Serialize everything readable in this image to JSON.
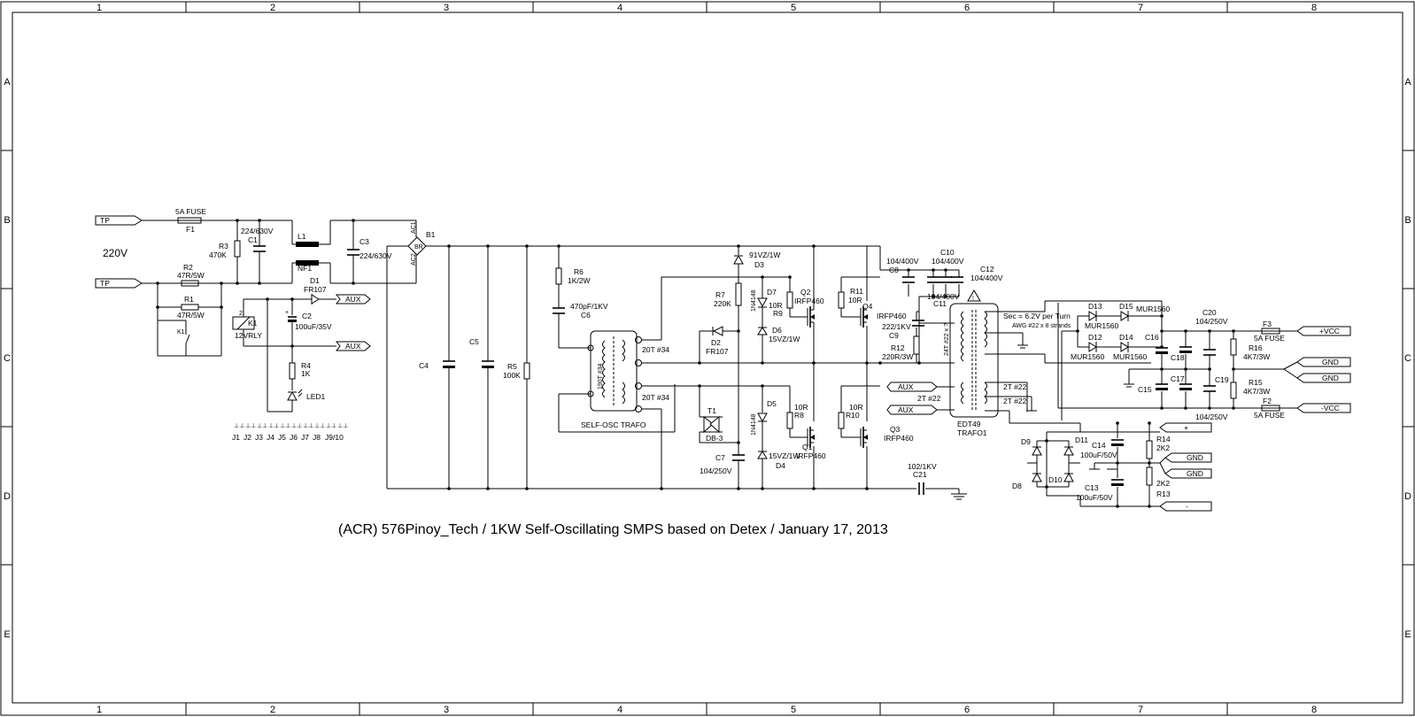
{
  "frame": {
    "columns": [
      "1",
      "2",
      "3",
      "4",
      "5",
      "6",
      "7",
      "8"
    ],
    "rows": [
      "A",
      "B",
      "C",
      "D",
      "E"
    ]
  },
  "title": "(ACR) 576Pinoy_Tech / 1KW Self-Oscillating SMPS based on Detex / January 17, 2013",
  "input": {
    "mains_label": "220V",
    "terminals": [
      "TP",
      "TP"
    ],
    "fuse": {
      "ref": "F1",
      "value": "5A FUSE"
    }
  },
  "parts": {
    "r3": {
      "ref": "R3",
      "value": "470K"
    },
    "c1": {
      "ref": "C1",
      "value": "224/630V"
    },
    "l1": {
      "ref": "L1",
      "alt": "NF1"
    },
    "c3": {
      "ref": "C3",
      "value": "224/630V"
    },
    "b1": {
      "ref": "B1",
      "pin1": "AC1",
      "pin2": "AC2"
    },
    "r2": {
      "ref": "R2",
      "value": "47R/5W"
    },
    "r1": {
      "ref": "R1",
      "value": "47R/5W"
    },
    "k1": {
      "ref": "K1",
      "value": "12VRLY"
    },
    "d1": {
      "ref": "D1",
      "value": "FR107"
    },
    "c2": {
      "ref": "C2",
      "value": "100uF/35V"
    },
    "r4": {
      "ref": "R4",
      "value": "1K"
    },
    "led1": {
      "ref": "LED1"
    },
    "c4": {
      "ref": "C4"
    },
    "c5": {
      "ref": "C5"
    },
    "r5": {
      "ref": "R5",
      "value": "100K"
    },
    "r6": {
      "ref": "R6",
      "value": "1K/2W"
    },
    "c6": {
      "ref": "C6",
      "value": "470pF/1KV"
    },
    "trafo": {
      "primary": "190T #34",
      "sec1": "20T #34",
      "sec2": "20T #34",
      "name": "SELF-OSC TRAFO"
    },
    "d3": {
      "ref": "D3",
      "value": "91VZ/1W"
    },
    "r7": {
      "ref": "R7",
      "value": "220K"
    },
    "d2": {
      "ref": "D2",
      "value": "FR107"
    },
    "d7": {
      "ref": "D7",
      "part": "1N4148"
    },
    "r9": {
      "ref": "R9",
      "value": "10R"
    },
    "d6": {
      "ref": "D6",
      "value": "15VZ/1W"
    },
    "q2": {
      "ref": "Q2",
      "value": "IRFP460"
    },
    "r11": {
      "ref": "R11",
      "value": "10R"
    },
    "q4": {
      "ref": "Q4",
      "value": "IRFP460"
    },
    "t1": {
      "ref": "T1",
      "value": "DB-3"
    },
    "d5": {
      "ref": "D5",
      "part": "1N4148"
    },
    "r8": {
      "ref": "R8",
      "value": "10R"
    },
    "d4": {
      "ref": "D4",
      "value": "15VZ/1W"
    },
    "q1": {
      "ref": "Q1",
      "value": "IRFP460"
    },
    "r10": {
      "ref": "R10",
      "value": "10R"
    },
    "q3": {
      "ref": "Q3",
      "value": "IRFP460"
    },
    "c7": {
      "ref": "C7",
      "value": "104/250V"
    },
    "c8": {
      "ref": "C8",
      "value": "104/400V"
    },
    "c10": {
      "ref": "C10",
      "value": "104/400V"
    },
    "c12": {
      "ref": "C12",
      "value": "104/400V"
    },
    "c11": {
      "ref": "C11",
      "value": "104/400V"
    },
    "c9": {
      "ref": "C9",
      "value": "222/1KV"
    },
    "r12": {
      "ref": "R12",
      "value": "220R/3W"
    },
    "c21": {
      "ref": "C21",
      "value": "102/1KV"
    },
    "trafo1": {
      "ref": "TRAFO1",
      "core": "EDT49",
      "primary": "24T #22 x ?",
      "aux": "2T #22",
      "sec_a": "2T #22",
      "sec_b": "2T #22",
      "note": "Sec = 6.2V per Turn",
      "wire": "AWG #22 x 8 strands"
    },
    "d13": {
      "ref": "D13",
      "value": "MUR1560"
    },
    "d15": {
      "ref": "D15",
      "value": "MUR1560"
    },
    "d12": {
      "ref": "D12",
      "value": "MUR1560"
    },
    "d14": {
      "ref": "D14",
      "value": "MUR1560"
    },
    "c16": {
      "ref": "C16"
    },
    "c18": {
      "ref": "C18"
    },
    "c20": {
      "ref": "C20",
      "value": "104/250V"
    },
    "c15": {
      "ref": "C15"
    },
    "c17": {
      "ref": "C17"
    },
    "c19": {
      "ref": "C19",
      "value": "104/250V"
    },
    "r16": {
      "ref": "R16",
      "value": "4K7/3W"
    },
    "r15": {
      "ref": "R15",
      "value": "4K7/3W"
    },
    "f3": {
      "ref": "F3",
      "value": "5A FUSE"
    },
    "f2": {
      "ref": "F2",
      "value": "5A FUSE"
    },
    "d9": {
      "ref": "D9"
    },
    "d11": {
      "ref": "D11"
    },
    "d8": {
      "ref": "D8"
    },
    "d10": {
      "ref": "D10"
    },
    "c14": {
      "ref": "C14",
      "value": "100uF/50V"
    },
    "c13": {
      "ref": "C13",
      "value": "100uF/50V"
    },
    "r14": {
      "ref": "R14",
      "value": "2K2"
    },
    "r13": {
      "ref": "R13",
      "value": "2K2"
    }
  },
  "ports": {
    "aux": "AUX",
    "vcc_pos": "+VCC",
    "vcc_neg": "-VCC",
    "gnd": "GND",
    "plus": "+",
    "minus": "-"
  },
  "jumpers": [
    "J1",
    "J2",
    "J3",
    "J4",
    "J5",
    "J6",
    "J7",
    "J8",
    "J9/10"
  ]
}
